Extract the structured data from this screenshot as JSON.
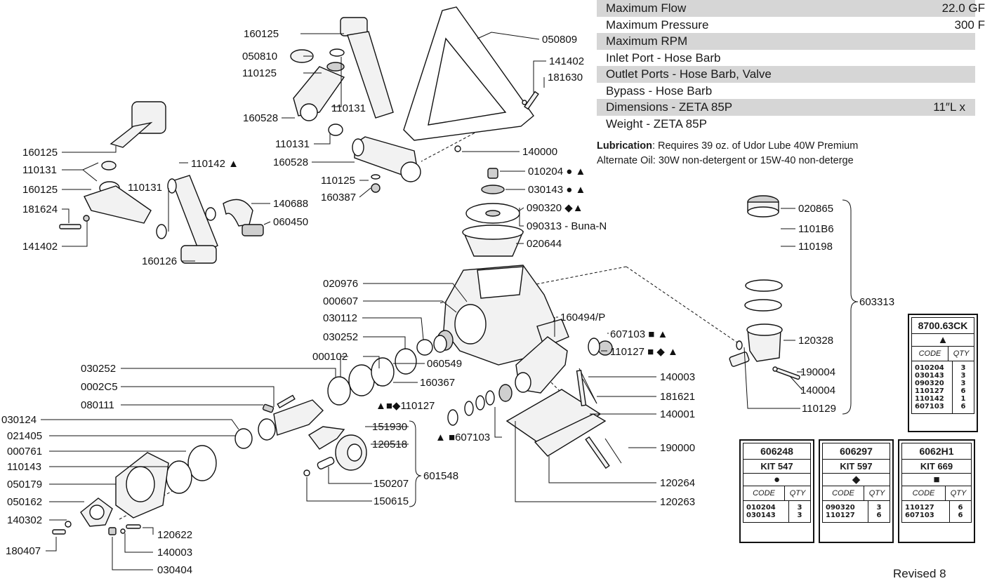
{
  "specs": [
    {
      "label": "Maximum Flow",
      "value": "22.0 GF"
    },
    {
      "label": "Maximum Pressure",
      "value": "300 F"
    },
    {
      "label": "Maximum RPM",
      "value": ""
    },
    {
      "label": "Inlet Port - Hose Barb",
      "value": ""
    },
    {
      "label": "Outlet Ports - Hose Barb, Valve",
      "value": ""
    },
    {
      "label": "Bypass - Hose Barb",
      "value": ""
    },
    {
      "label": "Dimensions - ZETA 85P",
      "value": "11″L x"
    },
    {
      "label": "Weight - ZETA 85P",
      "value": ""
    }
  ],
  "lubrication": {
    "label": "Lubrication",
    "text": ":  Requires 39 oz. of Udor Lube 40W Premium",
    "alt": "Alternate Oil:  30W non-detergent or 15W-40 non-deterge"
  },
  "parts": [
    {
      "num": "160125",
      "mark": ""
    },
    {
      "num": "050810",
      "mark": ""
    },
    {
      "num": "110125",
      "mark": ""
    },
    {
      "num": "160528",
      "mark": ""
    },
    {
      "num": "110131",
      "mark": ""
    },
    {
      "num": "110131",
      "mark": ""
    },
    {
      "num": "160528",
      "mark": ""
    },
    {
      "num": "050809",
      "mark": ""
    },
    {
      "num": "141402",
      "mark": ""
    },
    {
      "num": "181630",
      "mark": ""
    },
    {
      "num": "140000",
      "mark": ""
    },
    {
      "num": "110125",
      "mark": ""
    },
    {
      "num": "160387",
      "mark": ""
    },
    {
      "num": "010204",
      "mark": "● ▲"
    },
    {
      "num": "030143",
      "mark": "● ▲"
    },
    {
      "num": "090320",
      "mark": "◆▲"
    },
    {
      "num": "090313 - Buna-N",
      "mark": ""
    },
    {
      "num": "020644",
      "mark": ""
    },
    {
      "num": "160125",
      "mark": ""
    },
    {
      "num": "110131",
      "mark": ""
    },
    {
      "num": "160125",
      "mark": ""
    },
    {
      "num": "181624",
      "mark": ""
    },
    {
      "num": "141402",
      "mark": ""
    },
    {
      "num": "110131",
      "mark": ""
    },
    {
      "num": "110142",
      "mark": "▲"
    },
    {
      "num": "140688",
      "mark": ""
    },
    {
      "num": "060450",
      "mark": ""
    },
    {
      "num": "160126",
      "mark": ""
    },
    {
      "num": "020976",
      "mark": ""
    },
    {
      "num": "000607",
      "mark": ""
    },
    {
      "num": "030112",
      "mark": ""
    },
    {
      "num": "030252",
      "mark": ""
    },
    {
      "num": "000102",
      "mark": ""
    },
    {
      "num": "030252",
      "mark": ""
    },
    {
      "num": "0002C5",
      "mark": ""
    },
    {
      "num": "080111",
      "mark": ""
    },
    {
      "num": "030124",
      "mark": ""
    },
    {
      "num": "021405",
      "mark": ""
    },
    {
      "num": "000761",
      "mark": ""
    },
    {
      "num": "110143",
      "mark": ""
    },
    {
      "num": "050179",
      "mark": ""
    },
    {
      "num": "050162",
      "mark": ""
    },
    {
      "num": "140302",
      "mark": ""
    },
    {
      "num": "180407",
      "mark": ""
    },
    {
      "num": "160494/P",
      "mark": ""
    },
    {
      "num": "607103",
      "mark": "■ ▲"
    },
    {
      "num": "110127",
      "mark": "■ ◆ ▲"
    },
    {
      "num": "060549",
      "mark": ""
    },
    {
      "num": "160367",
      "mark": ""
    },
    {
      "num": "110127",
      "mark": "▲■◆"
    },
    {
      "num": "607103",
      "mark": "▲ ■"
    },
    {
      "num": "151930",
      "mark": ""
    },
    {
      "num": "120518",
      "mark": ""
    },
    {
      "num": "150207",
      "mark": ""
    },
    {
      "num": "150615",
      "mark": ""
    },
    {
      "num": "601548",
      "mark": ""
    },
    {
      "num": "120622",
      "mark": ""
    },
    {
      "num": "140003",
      "mark": ""
    },
    {
      "num": "030404",
      "mark": ""
    },
    {
      "num": "140003",
      "mark": ""
    },
    {
      "num": "181621",
      "mark": ""
    },
    {
      "num": "140001",
      "mark": ""
    },
    {
      "num": "190000",
      "mark": ""
    },
    {
      "num": "120264",
      "mark": ""
    },
    {
      "num": "120263",
      "mark": ""
    },
    {
      "num": "020865",
      "mark": ""
    },
    {
      "num": "1101B6",
      "mark": ""
    },
    {
      "num": "110198",
      "mark": ""
    },
    {
      "num": "603313",
      "mark": ""
    },
    {
      "num": "120328",
      "mark": ""
    },
    {
      "num": "190004",
      "mark": ""
    },
    {
      "num": "140004",
      "mark": ""
    },
    {
      "num": "110129",
      "mark": ""
    }
  ],
  "kits": [
    {
      "code": "8700.63CK",
      "subtitle": "",
      "symbol": "▲",
      "col_code": "CODE",
      "col_qty": "QTY",
      "codes": "010204\n030143\n090320\n110127\n110142\n607103",
      "qtys": "3\n3\n3\n6\n1\n6"
    },
    {
      "code": "606248",
      "subtitle": "KIT 547",
      "symbol": "●",
      "col_code": "CODE",
      "col_qty": "QTY",
      "codes": "010204\n030143",
      "qtys": "3\n3"
    },
    {
      "code": "606297",
      "subtitle": "KIT 597",
      "symbol": "◆",
      "col_code": "CODE",
      "col_qty": "QTY",
      "codes": "090320\n110127",
      "qtys": "3\n6"
    },
    {
      "code": "6062H1",
      "subtitle": "KIT 669",
      "symbol": "■",
      "col_code": "CODE",
      "col_qty": "QTY",
      "codes": "110127\n607103",
      "qtys": "6\n6"
    }
  ],
  "footer": {
    "revised": "Revised 8"
  }
}
